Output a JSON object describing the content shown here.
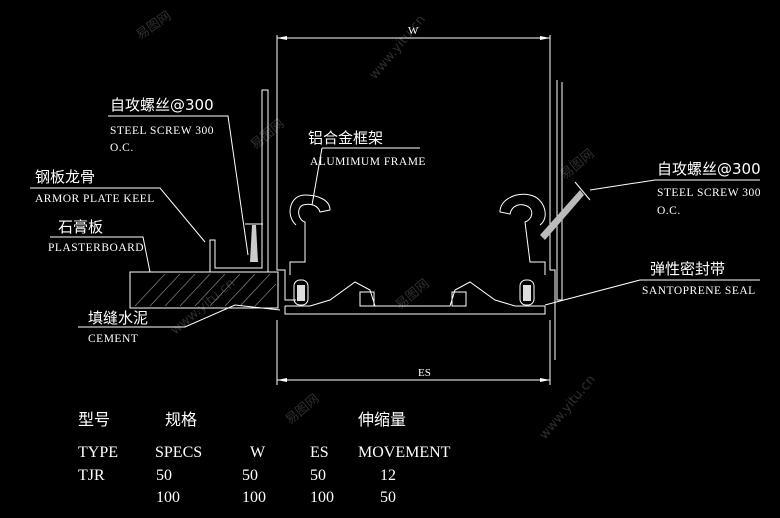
{
  "watermarks": [
    "易图网",
    "www.yitu.cn"
  ],
  "dimensions": {
    "width_label": "W",
    "es_label": "ES"
  },
  "callouts": [
    {
      "cn": "自攻螺丝@300",
      "en": "STEEL SCREW 300",
      "en2": "O.C."
    },
    {
      "cn": "钢板龙骨",
      "en": "ARMOR PLATE KEEL"
    },
    {
      "cn": "石膏板",
      "en": "PLASTERBOARD"
    },
    {
      "cn": "填缝水泥",
      "en": "CEMENT"
    },
    {
      "cn": "铝合金框架",
      "en": "ALUMIMUM FRAME"
    },
    {
      "cn": "自攻螺丝@300",
      "en": "STEEL SCREW 300",
      "en2": "O.C."
    },
    {
      "cn": "弹性密封带",
      "en": "SANTOPRENE SEAL"
    }
  ],
  "spec_table": {
    "headers_cn": [
      "型号",
      "规格",
      "伸缩量"
    ],
    "headers_en": [
      "TYPE",
      "SPECS",
      "W",
      "ES",
      "MOVEMENT"
    ],
    "rows": [
      [
        "TJR",
        "50",
        "50",
        "50",
        "12"
      ],
      [
        "",
        "100",
        "100",
        "100",
        "50"
      ]
    ]
  }
}
